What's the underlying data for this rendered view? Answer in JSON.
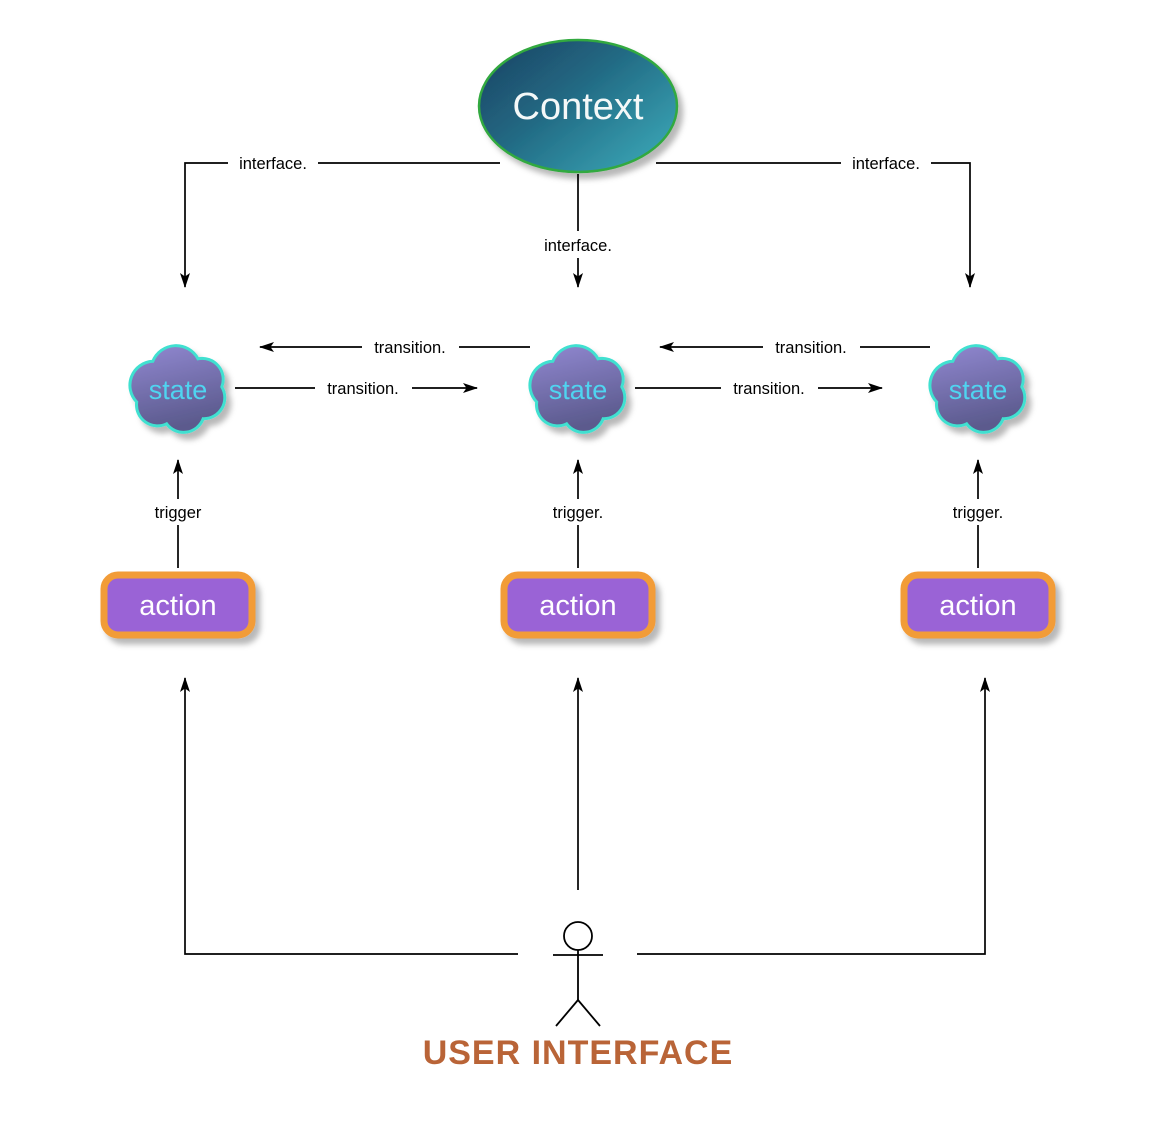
{
  "diagram": {
    "context_label": "Context",
    "states": [
      {
        "label": "state"
      },
      {
        "label": "state"
      },
      {
        "label": "state"
      }
    ],
    "actions": [
      {
        "label": "action"
      },
      {
        "label": "action"
      },
      {
        "label": "action"
      }
    ],
    "edge_labels": {
      "interface_left": "interface.",
      "interface_center": "interface.",
      "interface_right": "interface.",
      "transition_back_left": "transition.",
      "transition_forward_left": "transition.",
      "transition_back_right": "transition.",
      "transition_forward_right": "transition.",
      "trigger_left": "trigger",
      "trigger_center": "trigger.",
      "trigger_right": "trigger."
    },
    "footer_label": "USER INTERFACE",
    "colors": {
      "context_gradient_start": "#1d4061",
      "context_gradient_end": "#3aa6b6",
      "context_border": "#33a93f",
      "state_gradient_start": "#9188d1",
      "state_gradient_end": "#5b5a8d",
      "state_border": "#40e0d0",
      "state_text": "#4fd4f0",
      "action_fill": "#9a64d6",
      "action_border": "#f29c38",
      "action_text": "#ffffff",
      "footer_text": "#b96437",
      "line": "#000000"
    }
  }
}
